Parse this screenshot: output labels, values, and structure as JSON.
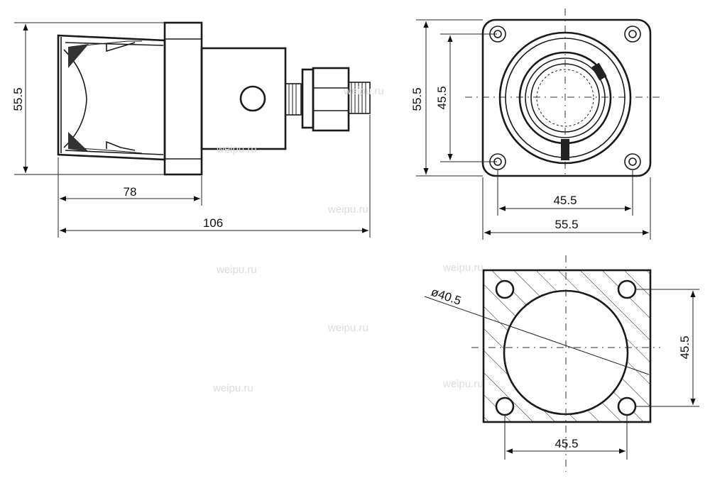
{
  "dimensions": {
    "side_height": "55.5",
    "side_flange_len": "78",
    "side_total_len": "106",
    "front_outer_h": "55.5",
    "front_hole_h": "45.5",
    "front_hole_w": "45.5",
    "front_outer_w": "55.5",
    "cutout_diameter": "ø40.5",
    "cutout_hole_v": "45.5",
    "cutout_hole_h": "45.5"
  },
  "watermarks": [
    "weipu.ru",
    "weipu.ru",
    "weipu.ru",
    "weipu.ru",
    "weipu.ru",
    "weipu.ru",
    "weipu.ru",
    "weipu.ru"
  ]
}
